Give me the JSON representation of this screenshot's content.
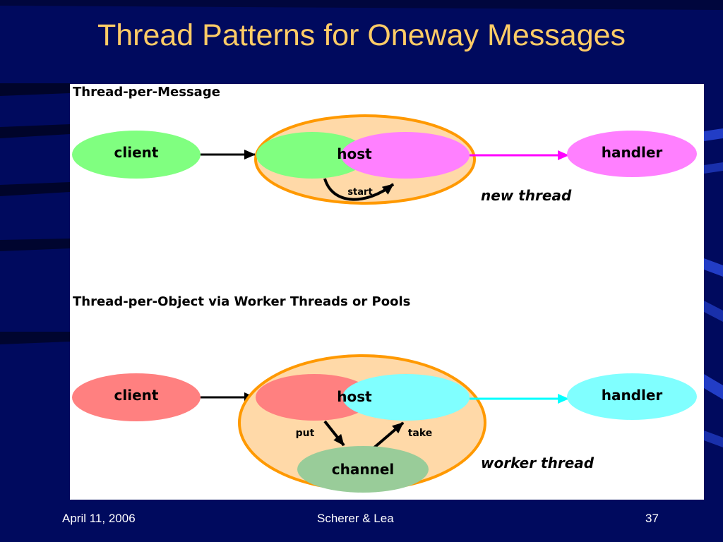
{
  "slide": {
    "title": "Thread Patterns for Oneway Messages",
    "footer": {
      "date": "April 11, 2006",
      "authors": "Scherer & Lea",
      "page_number": "37"
    },
    "colors": {
      "background": "#000a5e",
      "title": "#ffcc66",
      "footer_text": "#ffffff"
    }
  },
  "diagram": {
    "top": {
      "heading": "Thread-per-Message",
      "client_label": "client",
      "host_label": "host",
      "handler_label": "handler",
      "start_label": "start",
      "annotation": "new thread",
      "colors": {
        "client": "#80ff80",
        "host_overlap": "#ff80ff",
        "handler": "#ff80ff",
        "container": "#ffd9a8",
        "container_border": "#ff9900",
        "arrow_out": "#ff00ff"
      }
    },
    "bottom": {
      "heading": "Thread-per-Object via Worker Threads or Pools",
      "client_label": "client",
      "host_label": "host",
      "handler_label": "handler",
      "channel_label": "channel",
      "put_label": "put",
      "take_label": "take",
      "annotation": "worker thread",
      "colors": {
        "client": "#ff8080",
        "host_overlap": "#80ffff",
        "handler": "#80ffff",
        "channel": "#99cc99",
        "container": "#ffd9a8",
        "container_border": "#ff9900",
        "arrow_out": "#00ffff"
      }
    }
  }
}
